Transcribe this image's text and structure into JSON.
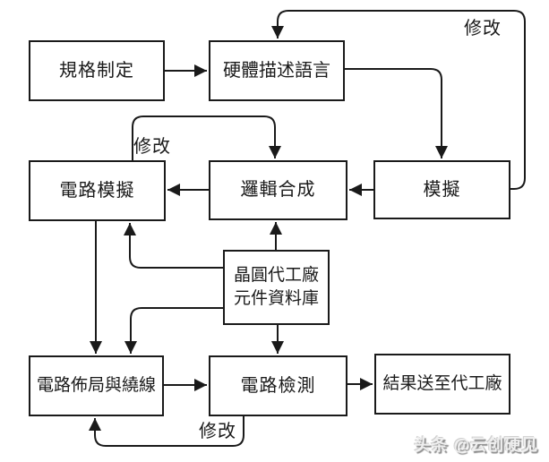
{
  "diagram": {
    "background": "#ffffff",
    "line_color": "#1a1a1a",
    "nodes": {
      "spec": "規格制定",
      "hdl": "硬體描述語言",
      "circuit_sim": "電路模擬",
      "logic_synth": "邏輯合成",
      "sim": "模擬",
      "foundry_line1": "晶圓代工廠",
      "foundry_line2": "元件資料庫",
      "layout": "電路佈局與繞線",
      "test": "電路檢測",
      "result": "結果送至代工廠"
    },
    "edge_labels": {
      "modify_top": "修改",
      "modify_mid": "修改",
      "modify_bottom": "修改"
    },
    "watermark": "头条 @云创硬见"
  }
}
